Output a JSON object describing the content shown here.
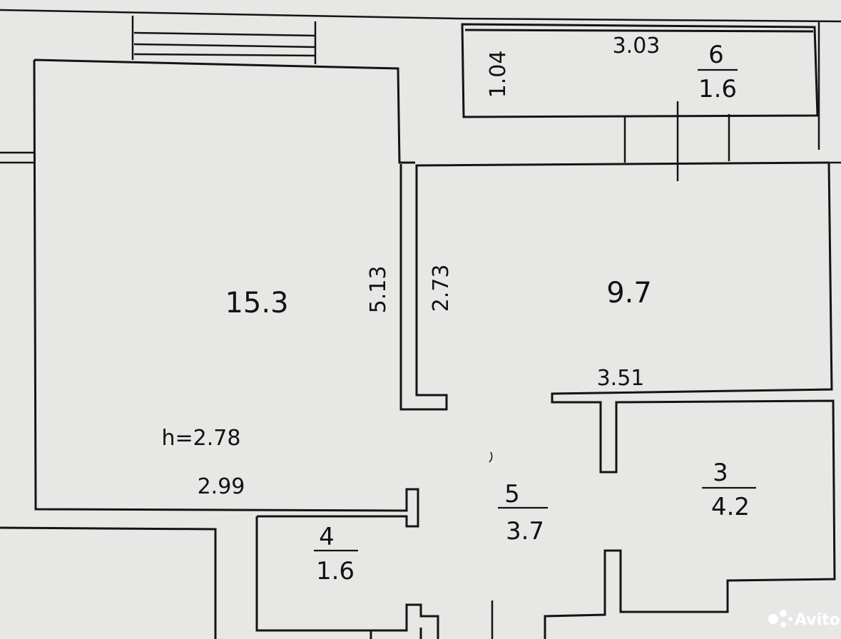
{
  "rooms": {
    "living_area": "15.3",
    "kitchen_area": "9.7",
    "room3_number": "3",
    "room3_area": "4.2",
    "room4_number": "4",
    "room4_area": "1.6",
    "room5_number": "5",
    "room5_area": "3.7",
    "room6_number": "6",
    "room6_area": "1.6"
  },
  "dimensions": {
    "balcony_length": "3.03",
    "balcony_width": "1.04",
    "living_length": "5.13",
    "kitchen_length": "2.73",
    "kitchen_width": "3.51",
    "living_width": "2.99",
    "ceiling_height": "h=2.78"
  },
  "watermark": {
    "text": "Avito"
  }
}
